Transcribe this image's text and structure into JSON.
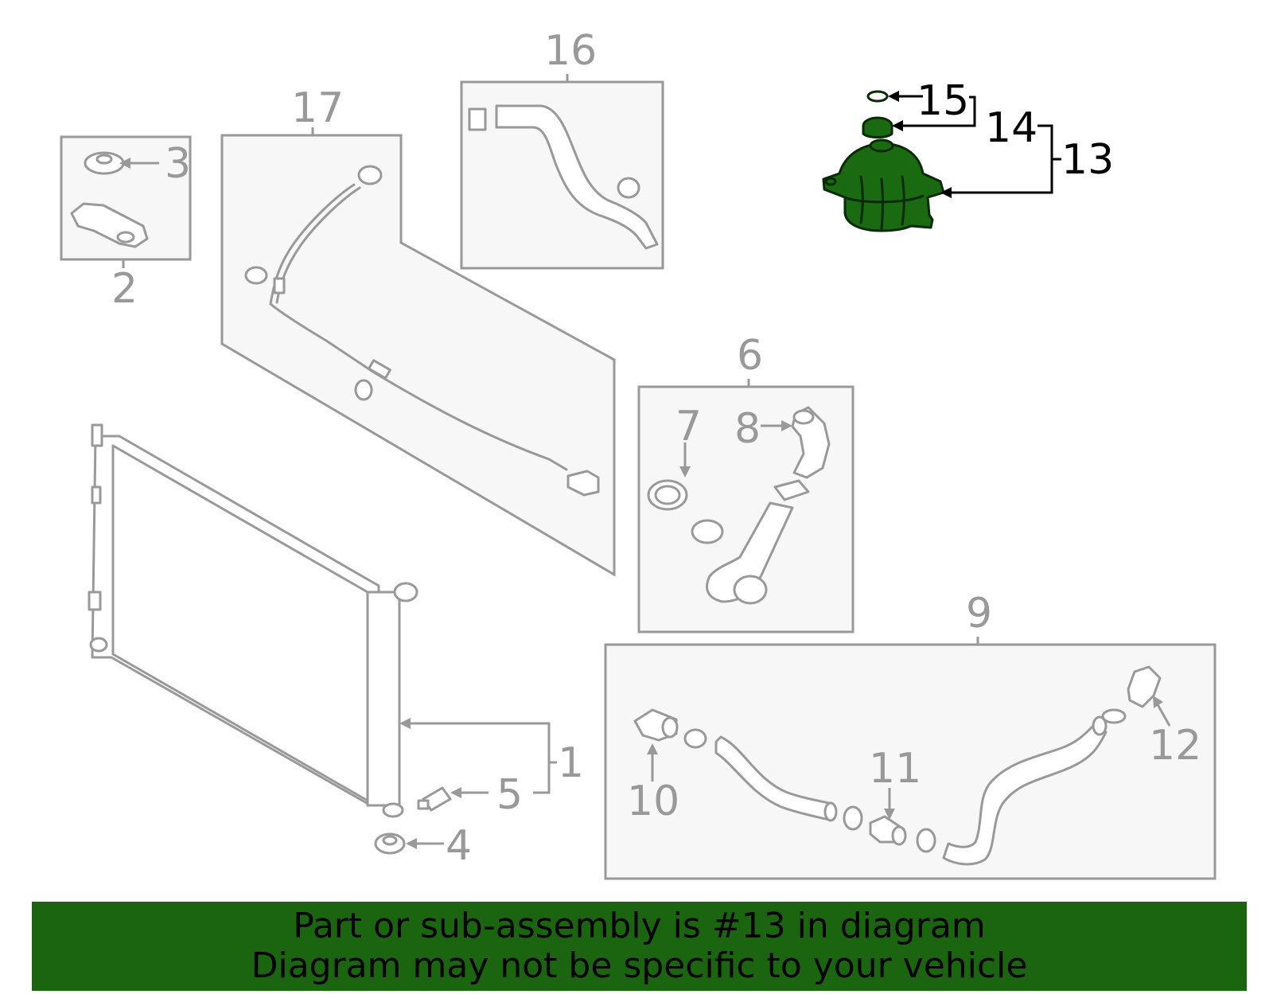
{
  "callouts": {
    "c1": "1",
    "c2": "2",
    "c3": "3",
    "c4": "4",
    "c5": "5",
    "c6": "6",
    "c7": "7",
    "c8": "8",
    "c9": "9",
    "c10": "10",
    "c11": "11",
    "c12": "12",
    "c13": "13",
    "c14": "14",
    "c15": "15",
    "c16": "16",
    "c17": "17"
  },
  "highlighted_part": "13",
  "highlight_color": "#1b6510",
  "banner": {
    "line1": "Part or sub-assembly is #13 in diagram",
    "line2": "Diagram may not be specific to your vehicle"
  }
}
